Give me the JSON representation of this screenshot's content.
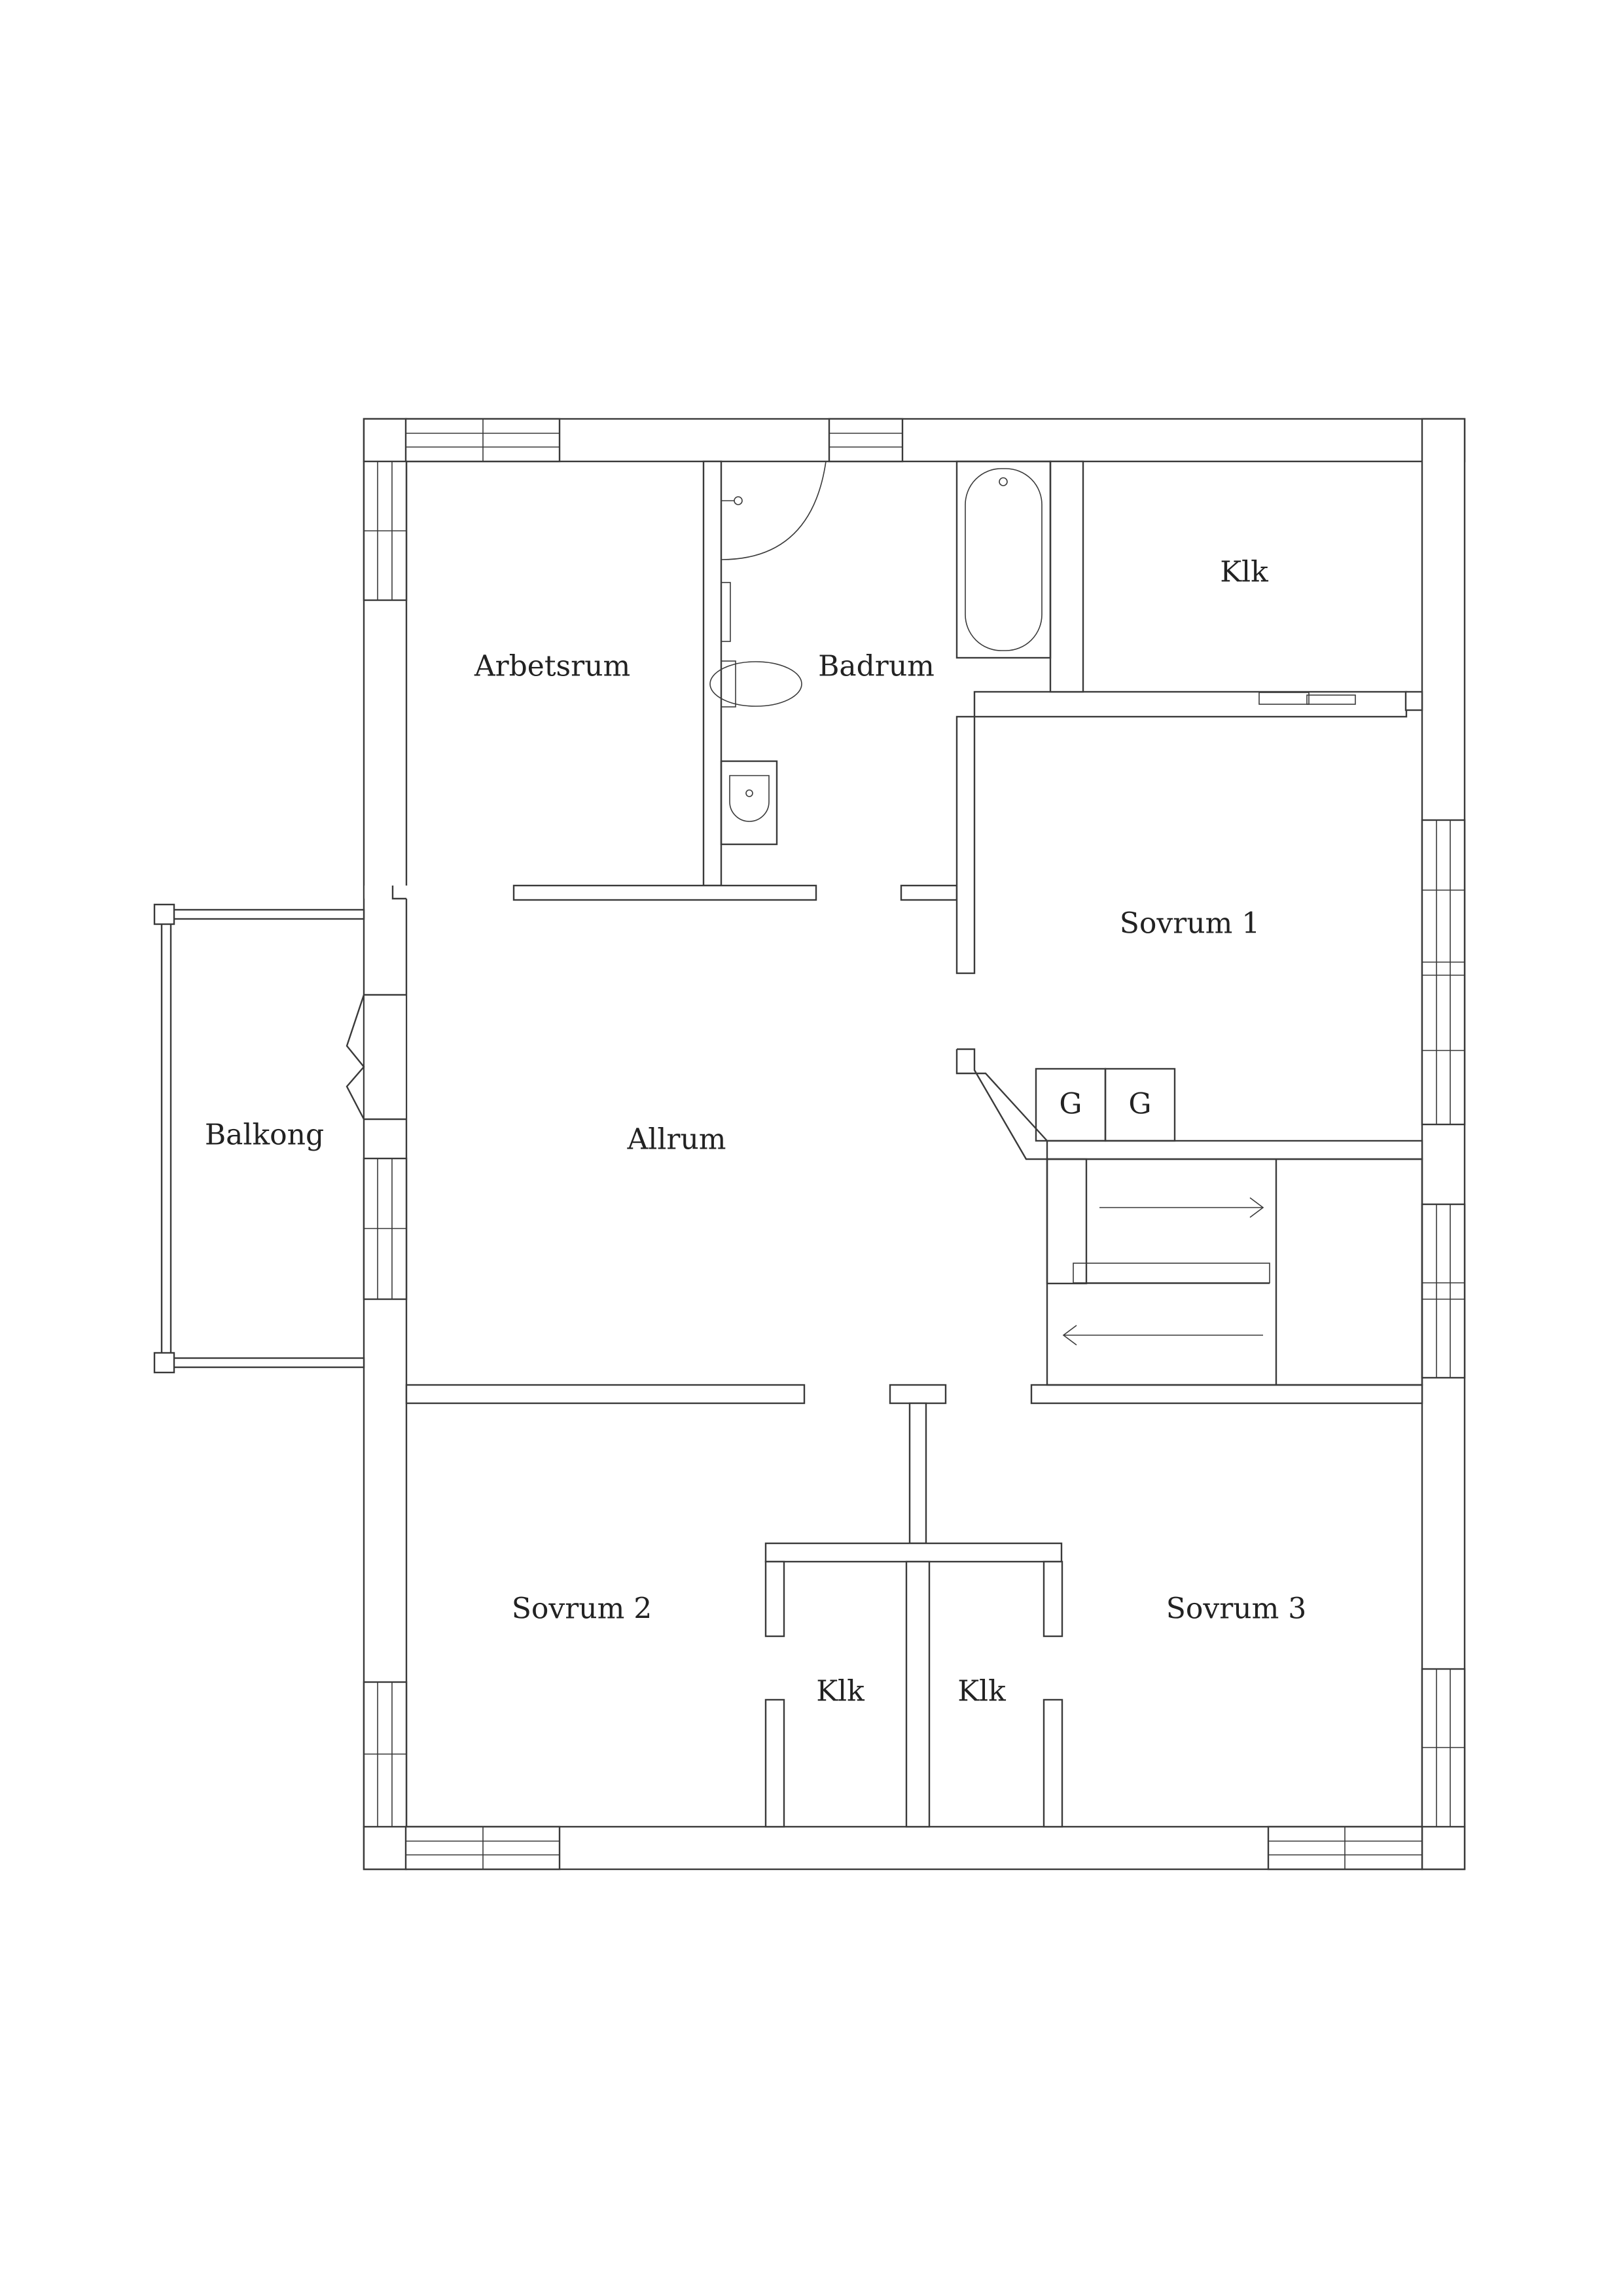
{
  "rooms": {
    "arbetsrum": "Arbetsrum",
    "badrum": "Badrum",
    "klk_top": "Klk",
    "sovrum1": "Sovrum 1",
    "allrum": "Allrum",
    "balkong": "Balkong",
    "sovrum2": "Sovrum 2",
    "sovrum3": "Sovrum 3",
    "klk_left": "Klk",
    "klk_right": "Klk"
  },
  "appliances": {
    "g1": "G",
    "g2": "G"
  }
}
